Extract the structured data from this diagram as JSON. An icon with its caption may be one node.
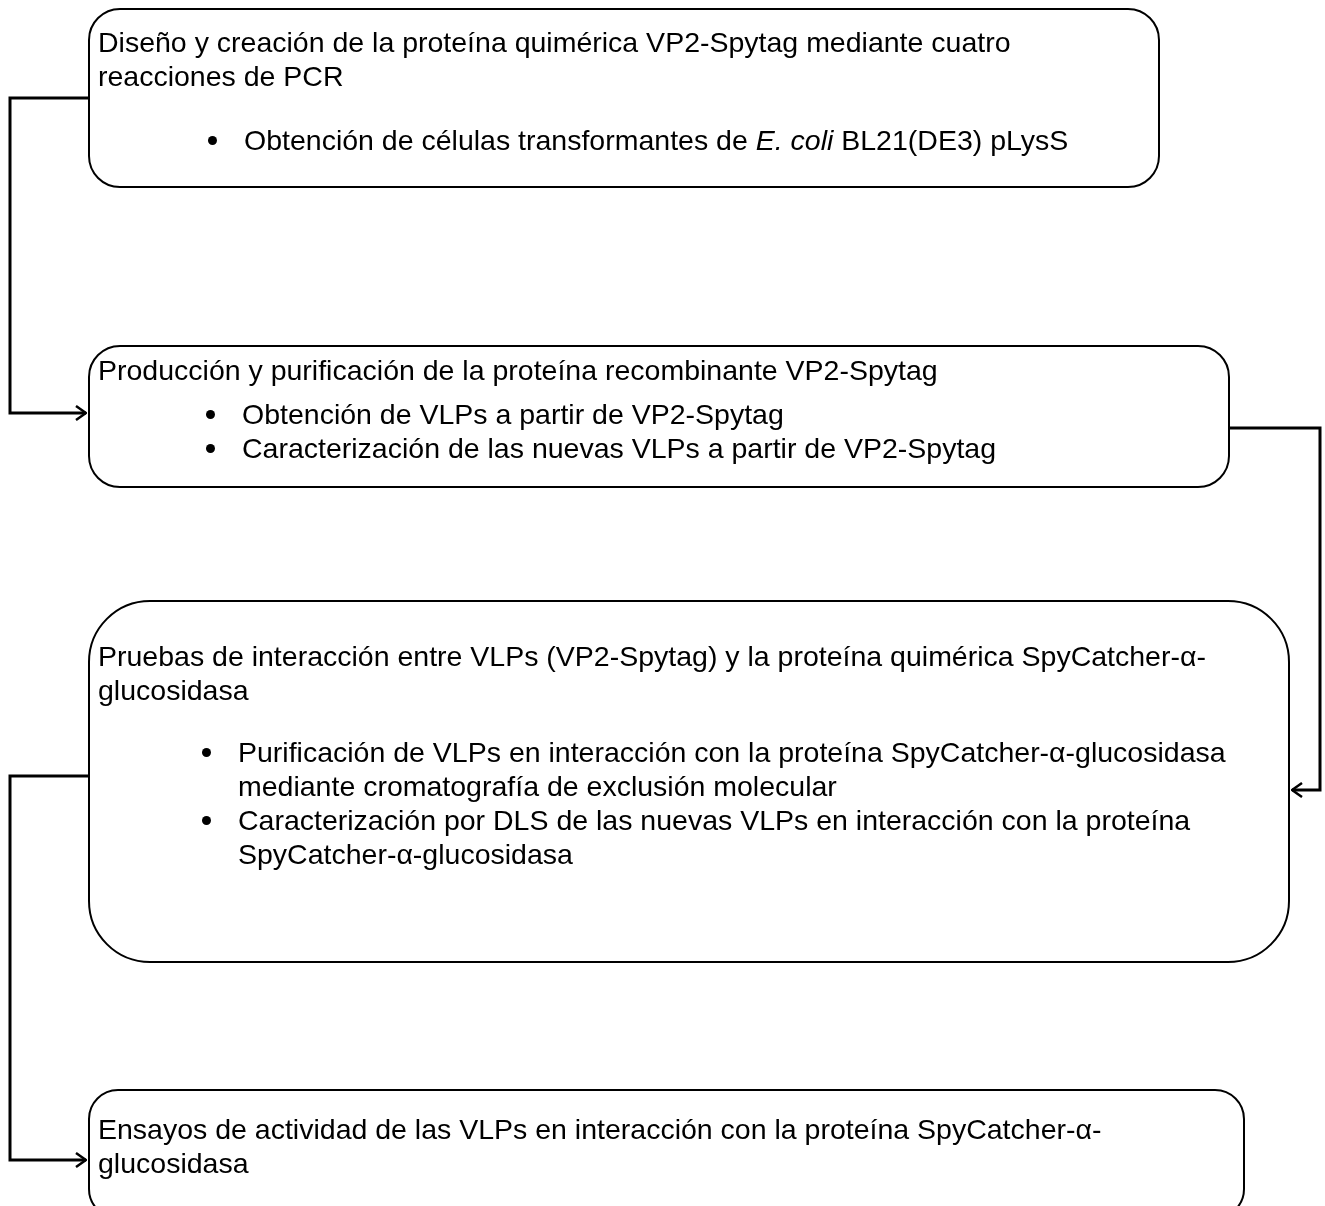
{
  "diagram": {
    "nodes": [
      {
        "text": [
          "Diseño y creación de la proteína quimérica VP2-Spytag mediante cuatro reacciones de PCR",
          "Obtención de células transformantes de *E. coli* BL21(DE3) pLysS"
        ]
      },
      {
        "text": [
          "Producción y purificación de la proteína recombinante VP2-Spytag",
          "Obtención de VLPs a partir de VP2-Spytag",
          "Caracterización de las nuevas VLPs a partir de VP2-Spytag"
        ]
      },
      {
        "text": [
          "Pruebas de interacción entre VLPs (VP2-Spytag) y la proteína quimérica SpyCatcher-α-glucosidasa",
          "Purificación de VLPs en interacción con la proteína SpyCatcher-α-glucosidasa mediante cromatografía de exclusión molecular",
          "Caracterización por DLS de las nuevas VLPs en interacción con la proteína SpyCatcher-α-glucosidasa"
        ]
      },
      {
        "text": [
          "Ensayos de actividad de las VLPs en interacción con la proteína SpyCatcher-α-glucosidasa"
        ]
      }
    ],
    "edges": [
      {
        "from": 0,
        "to": 1,
        "arrow": "to"
      },
      {
        "from": 1,
        "to": 2,
        "arrow": "to"
      },
      {
        "from": 2,
        "to": 3,
        "arrow": "to"
      }
    ]
  }
}
